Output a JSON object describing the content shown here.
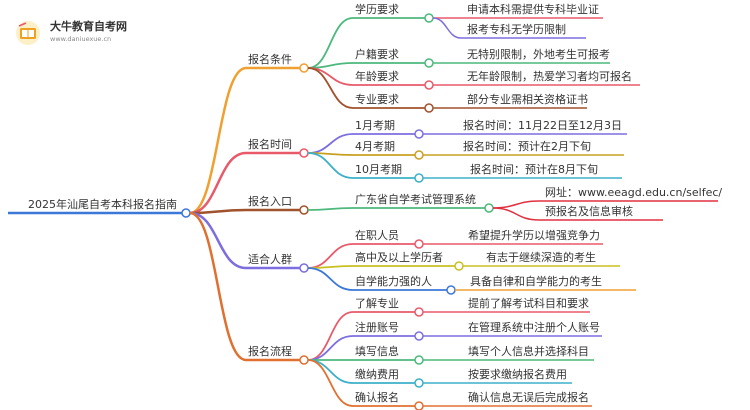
{
  "logo": {
    "title": "大牛教育自考网",
    "url": "www.daniuexue.cn"
  },
  "root": {
    "label": "2025年汕尾自考本科报名指南"
  },
  "branches": [
    {
      "label": "报名条件",
      "color": "#f0a030",
      "items": [
        {
          "label": "学历要求",
          "color": "#4cb87c",
          "leaves": [
            {
              "label": "申请本科需提供专科毕业证",
              "color": "#e85a6a"
            },
            {
              "label": "报考专科无学历限制",
              "color": "#7c6ee0"
            }
          ]
        },
        {
          "label": "户籍要求",
          "color": "#4cb87c",
          "leaves": [
            {
              "label": "无特别限制，外地考生可报考",
              "color": "#4cb87c"
            }
          ]
        },
        {
          "label": "年龄要求",
          "color": "#e85a6a",
          "leaves": [
            {
              "label": "无年龄限制，热爱学习者均可报名",
              "color": "#e85a6a"
            }
          ]
        },
        {
          "label": "专业要求",
          "color": "#a0522d",
          "leaves": [
            {
              "label": "部分专业需相关资格证书",
              "color": "#a0522d"
            }
          ]
        }
      ]
    },
    {
      "label": "报名时间",
      "color": "#e85a6a",
      "items": [
        {
          "label": "1月考期",
          "color": "#7c6ee0",
          "leaves": [
            {
              "label": "报名时间：11月22日至12月3日",
              "color": "#7c6ee0"
            }
          ]
        },
        {
          "label": "4月考期",
          "color": "#c8a020",
          "leaves": [
            {
              "label": "报名时间：预计在2月下旬",
              "color": "#c8a020"
            }
          ]
        },
        {
          "label": "10月考期",
          "color": "#3cb0c8",
          "leaves": [
            {
              "label": "报名时间：预计在8月下旬",
              "color": "#3cb0c8"
            }
          ]
        }
      ]
    },
    {
      "label": "报名入口",
      "color": "#a0522d",
      "items": [
        {
          "label": "广东省自学考试管理系统",
          "color": "#4cb87c",
          "leaves": [
            {
              "label": "网址：www.eeagd.edu.cn/selfec/",
              "color": "#e03040"
            },
            {
              "label": "预报名及信息审核",
              "color": "#e03040"
            }
          ]
        }
      ]
    },
    {
      "label": "适合人群",
      "color": "#7c6ee0",
      "items": [
        {
          "label": "在职人员",
          "color": "#e85a6a",
          "leaves": [
            {
              "label": "希望提升学历以增强竞争力",
              "color": "#e85a6a"
            }
          ]
        },
        {
          "label": "高中及以上学历者",
          "color": "#c8c020",
          "leaves": [
            {
              "label": "有志于继续深造的考生",
              "color": "#c8c020"
            }
          ]
        },
        {
          "label": "自学能力强的人",
          "color": "#3c78d8",
          "leaves": [
            {
              "label": "具备自律和自学能力的考生",
              "color": "#f0a030"
            }
          ]
        }
      ]
    },
    {
      "label": "报名流程",
      "color": "#e07030",
      "items": [
        {
          "label": "了解专业",
          "color": "#e85a6a",
          "leaves": [
            {
              "label": "提前了解考试科目和要求",
              "color": "#e85a6a"
            }
          ]
        },
        {
          "label": "注册账号",
          "color": "#7c6ee0",
          "leaves": [
            {
              "label": "在管理系统中注册个人账号",
              "color": "#7c6ee0"
            }
          ]
        },
        {
          "label": "填写信息",
          "color": "#4cb87c",
          "leaves": [
            {
              "label": "填写个人信息并选择科目",
              "color": "#4cb87c"
            }
          ]
        },
        {
          "label": "缴纳费用",
          "color": "#3cb0c8",
          "leaves": [
            {
              "label": "按要求缴纳报名费用",
              "color": "#3cb0c8"
            }
          ]
        },
        {
          "label": "确认报名",
          "color": "#e07030",
          "leaves": [
            {
              "label": "确认信息无误后完成报名",
              "color": "#e07030"
            }
          ]
        }
      ]
    }
  ]
}
